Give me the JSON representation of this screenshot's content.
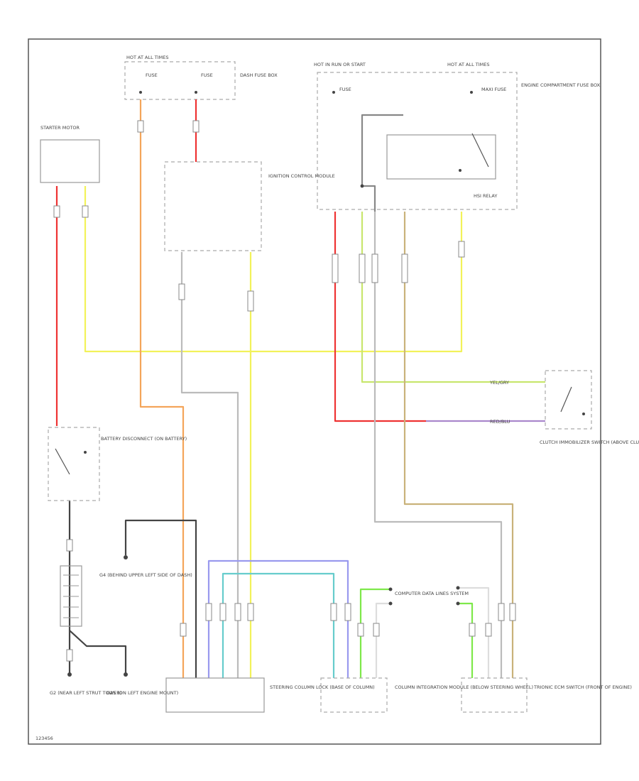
{
  "colors": {
    "red": "#ee3333",
    "orange": "#f4a55a",
    "yellow": "#f2f25a",
    "gray": "#bbbbbb",
    "dark": "#444444",
    "yellow_green": "#c8e66e",
    "green": "#7ee84a",
    "tan": "#c9b27a",
    "blue": "#9999ee",
    "teal": "#66cccc",
    "violet": "#aa88cc",
    "pink": "#e87890"
  },
  "labels": {
    "hot_all_times": "HOT AT ALL TIMES",
    "fuse_1": "FUSE",
    "fuse_2": "FUSE",
    "dash_fuse_box": "DASH FUSE BOX",
    "hot_run": "HOT IN RUN OR START",
    "hot_all_times_2": "HOT AT ALL TIMES",
    "fuse_3": "FUSE",
    "fuse_maxi": "MAXI FUSE",
    "engine_fuse_box": "ENGINE COMPARTMENT FUSE BOX",
    "starter_motor": "STARTER MOTOR",
    "ignition_module": "IGNITION CONTROL MODULE",
    "hsi_relay": "HSI RELAY",
    "battery_disconnect": "BATTERY DISCONNECT (ON BATTERY)",
    "clutch_switch": "CLUTCH IMMOBILIZER SWITCH (ABOVE CLUTCH PEDAL)",
    "g4": "G4 (BEHIND UPPER LEFT SIDE OF DASH)",
    "g2": "G2 (NEAR LEFT STRUT TOWER)",
    "g25": "G25 (ON LEFT ENGINE MOUNT)",
    "computer_data": "COMPUTER DATA LINES SYSTEM",
    "steering_lock": "STEERING COLUMN LOCK (BASE OF COLUMN)",
    "column_module": "COLUMN INTEGRATION MODULE (BELOW STEERING WHEEL)",
    "trionic": "TRIONIC ECM SWITCH (FRONT OF ENGINE)",
    "wire_yelgry": "YEL/GRY",
    "wire_redblu": "RED/BLU",
    "footer_code": "123456"
  }
}
